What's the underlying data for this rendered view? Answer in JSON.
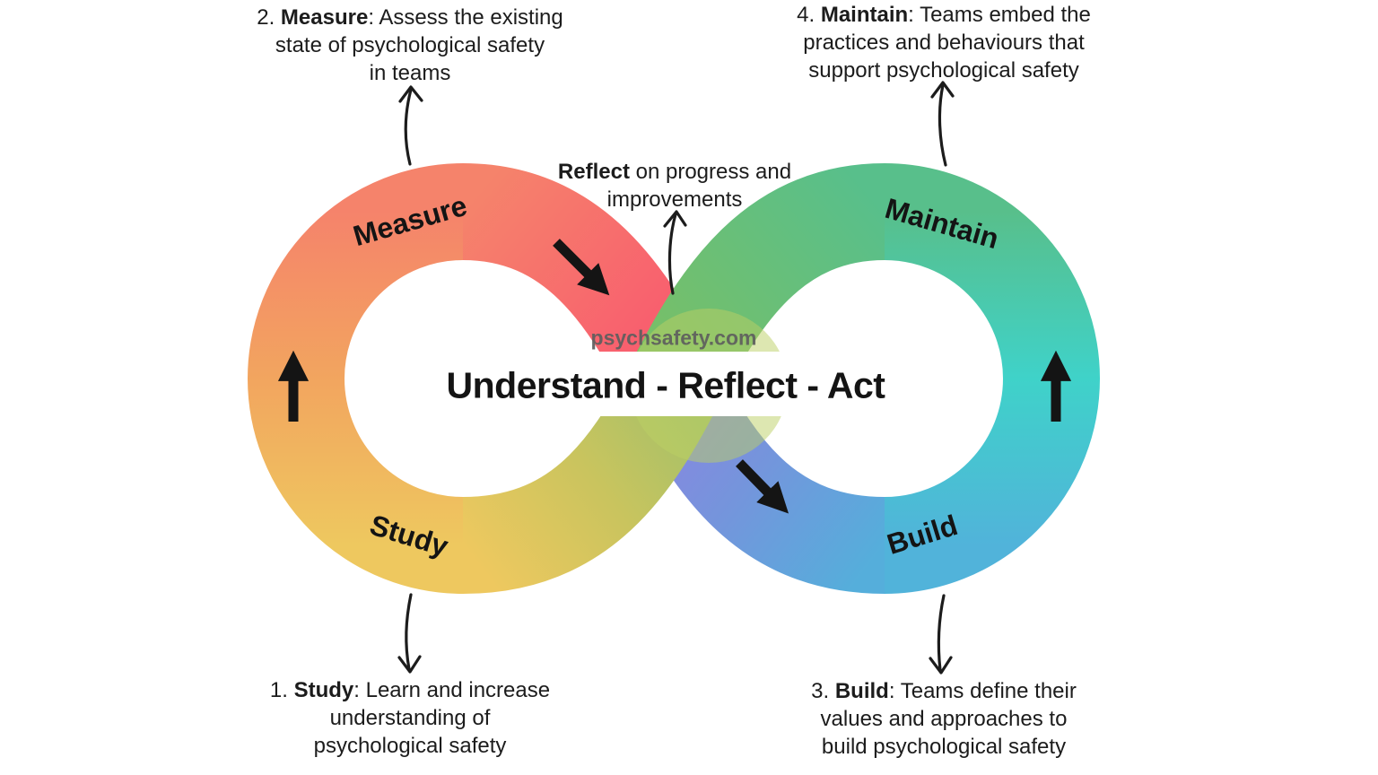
{
  "center": {
    "watermark": "psychsafety.com",
    "title": "Understand - Reflect - Act"
  },
  "loops": {
    "measure": "Measure",
    "maintain": "Maintain",
    "study": "Study",
    "build": "Build"
  },
  "notes": {
    "reflect": {
      "keyword": "Reflect",
      "after": " on progress and",
      "line2": "improvements"
    },
    "measure": {
      "prefix": "2. ",
      "keyword": "Measure",
      "after": ": Assess the existing",
      "line2": "state of psychological safety",
      "line3": "in teams"
    },
    "maintain": {
      "prefix": "4. ",
      "keyword": "Maintain",
      "after": ": Teams embed the",
      "line2": "practices and behaviours that",
      "line3": "support psychological safety"
    },
    "study": {
      "prefix": "1. ",
      "keyword": "Study",
      "after": ": Learn and increase",
      "line2": "understanding of",
      "line3": "psychological safety"
    },
    "build": {
      "prefix": "3. ",
      "keyword": "Build",
      "after": ": Teams define their",
      "line2": "values and approaches to",
      "line3": "build psychological safety"
    }
  },
  "colors": {
    "salmon": "#f5836b",
    "orange": "#f2a55f",
    "yellow": "#eec85f",
    "red": "#f9566f",
    "grass": "#79bf66",
    "green": "#58bf8b",
    "teal": "#3fd2c9",
    "sky": "#51b3da",
    "olive_mid": "#c9c45e",
    "olive": "#a4c169",
    "purple": "#8b85e0",
    "violet_blue": "#7495dc",
    "blue": "#55aedb",
    "blend_disc": "#bcd063",
    "ink": "#1c1c1c",
    "watermark_gray": "#5e5e5e"
  }
}
